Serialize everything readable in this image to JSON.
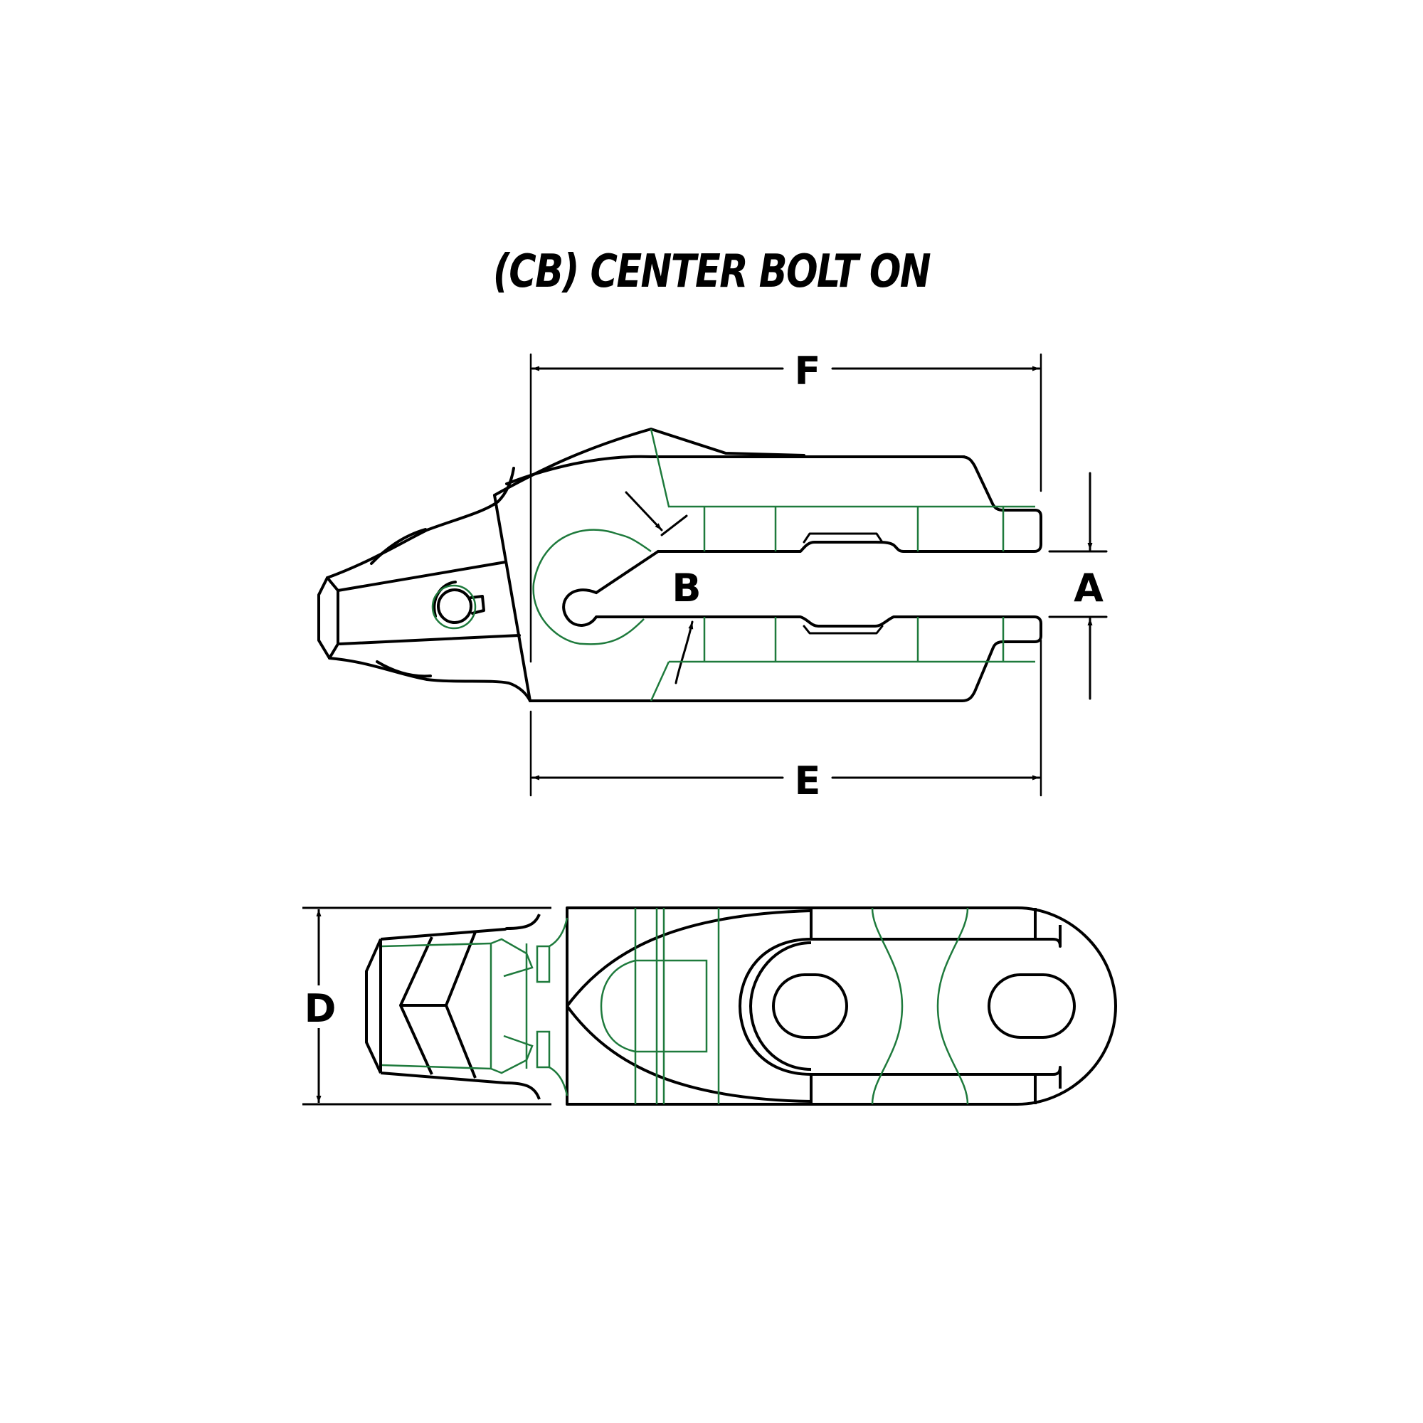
{
  "title": "(CB) CENTER BOLT ON",
  "colors": {
    "outline": "#000000",
    "hidden_lines": "#1e7a3c",
    "background": "#ffffff"
  },
  "side_view": {
    "dimensions": {
      "F": "F",
      "E": "E",
      "A": "A",
      "B": "B"
    }
  },
  "top_view": {
    "dimensions": {
      "D": "D"
    }
  }
}
